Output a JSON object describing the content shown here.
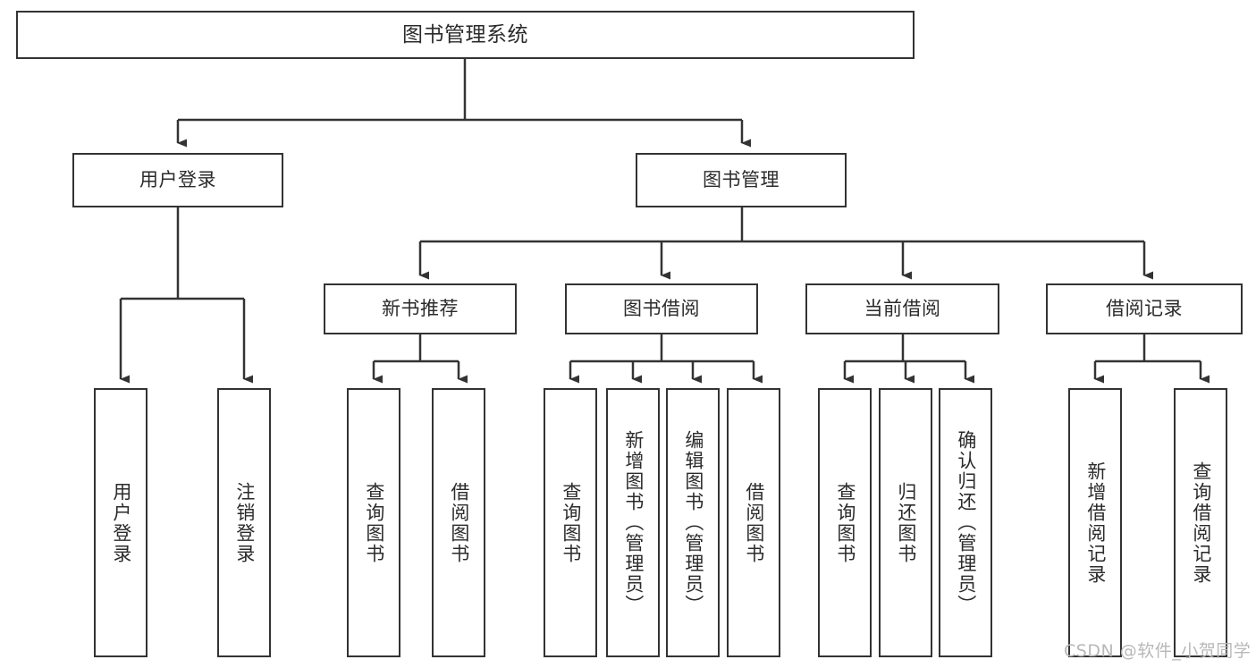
{
  "diagram": {
    "type": "tree-hierarchy-chart",
    "root": {
      "id": "root",
      "label": "图书管理系统",
      "orientation": "horizontal"
    },
    "level2": [
      {
        "id": "user-login",
        "label": "用户登录",
        "orientation": "horizontal"
      },
      {
        "id": "book-management",
        "label": "图书管理",
        "orientation": "horizontal"
      }
    ],
    "level3": [
      {
        "id": "new-book-recommend",
        "label": "新书推荐",
        "orientation": "horizontal",
        "parent": "book-management"
      },
      {
        "id": "book-borrow",
        "label": "图书借阅",
        "orientation": "horizontal",
        "parent": "book-management"
      },
      {
        "id": "current-borrow",
        "label": "当前借阅",
        "orientation": "horizontal",
        "parent": "book-management"
      },
      {
        "id": "borrow-record",
        "label": "借阅记录",
        "orientation": "horizontal",
        "parent": "book-management"
      }
    ],
    "leaves": [
      {
        "id": "leaf-user-login",
        "label": "用户登录",
        "orientation": "vertical",
        "parent": "user-login"
      },
      {
        "id": "leaf-logout-login",
        "label": "注销登录",
        "orientation": "vertical",
        "parent": "user-login"
      },
      {
        "id": "leaf-query-book-1",
        "label": "查询图书",
        "orientation": "vertical",
        "parent": "new-book-recommend"
      },
      {
        "id": "leaf-borrow-book-1",
        "label": "借阅图书",
        "orientation": "vertical",
        "parent": "new-book-recommend"
      },
      {
        "id": "leaf-query-book-2",
        "label": "查询图书",
        "orientation": "vertical",
        "parent": "book-borrow"
      },
      {
        "id": "leaf-add-book",
        "label": "新增图书（管理员）",
        "orientation": "vertical",
        "parent": "book-borrow"
      },
      {
        "id": "leaf-edit-book",
        "label": "编辑图书（管理员）",
        "orientation": "vertical",
        "parent": "book-borrow"
      },
      {
        "id": "leaf-borrow-book-2",
        "label": "借阅图书",
        "orientation": "vertical",
        "parent": "book-borrow"
      },
      {
        "id": "leaf-query-book-3",
        "label": "查询图书",
        "orientation": "vertical",
        "parent": "current-borrow"
      },
      {
        "id": "leaf-return-book",
        "label": "归还图书",
        "orientation": "vertical",
        "parent": "current-borrow"
      },
      {
        "id": "leaf-confirm-return",
        "label": "确认归还（管理员）",
        "orientation": "vertical",
        "parent": "current-borrow"
      },
      {
        "id": "leaf-add-record",
        "label": "新增借阅记录",
        "orientation": "vertical",
        "parent": "borrow-record"
      },
      {
        "id": "leaf-query-record",
        "label": "查询借阅记录",
        "orientation": "vertical",
        "parent": "borrow-record"
      }
    ],
    "colors": {
      "box_border": "#333333",
      "box_fill": "#ffffff",
      "connector": "#333333",
      "text": "#2b2b2b",
      "background": "#ffffff",
      "watermark": "#b8b8b8"
    }
  },
  "watermark": {
    "text": "CSDN @软件_小贺同学"
  }
}
